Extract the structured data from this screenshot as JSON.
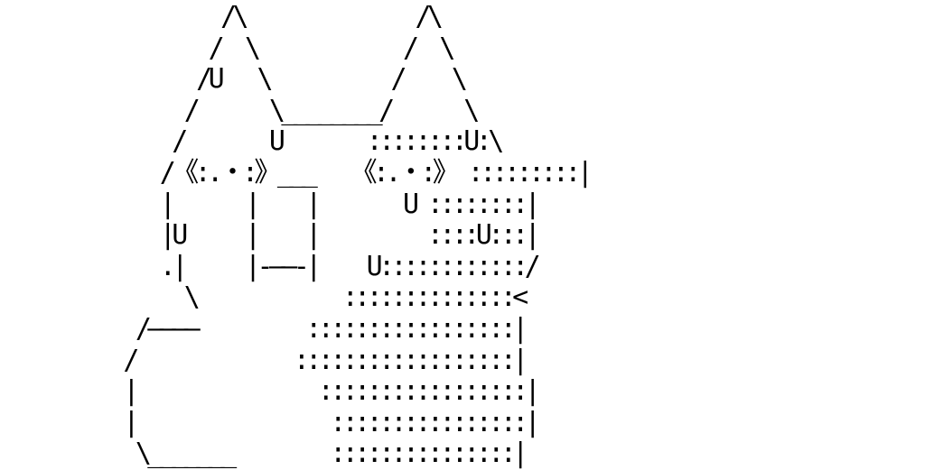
{
  "art": {
    "lines": [
      "           /\\              /\\",
      "          /  \\            /  \\",
      "         /U   \\          /    \\",
      "        /      \\________/      \\",
      "       /       U       ::::::::U:\\",
      "      /《:.・:》___   《:.・:》 :::::::::|",
      "      |      |    |       U ::::::::|",
      "      |U     |    |         ::::U:::|",
      "      .|     |-——-|    U::::::::::::/",
      "        \\            ::::::::::::::<",
      "    /————         :::::::::::::::::|",
      "   /             ::::::::::::::::::|",
      "   |               :::::::::::::::::|",
      "   |                ::::::::::::::::|",
      "    \\_______        :::::::::::::::|"
    ]
  }
}
